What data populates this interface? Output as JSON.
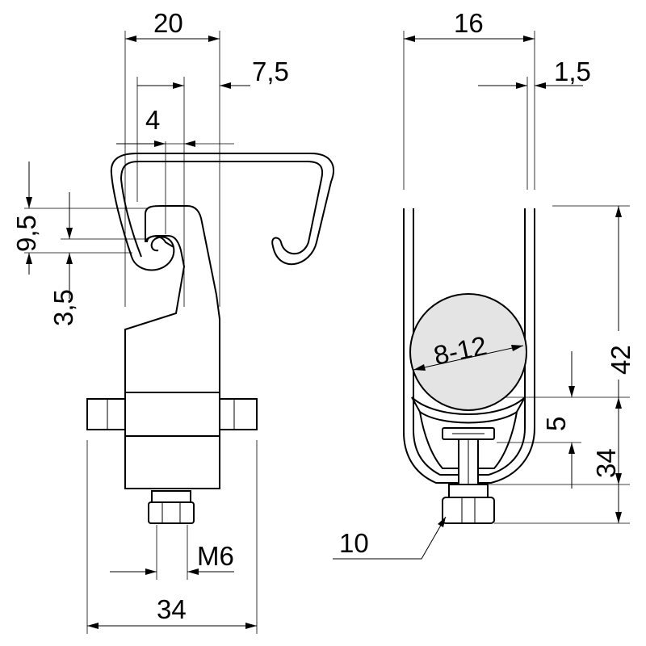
{
  "dimensions": {
    "width_clip": "20",
    "hook_offset": "7,5",
    "hook_width": "4",
    "hook_height": "9,5",
    "hook_gap": "3,5",
    "bottom_width": "34",
    "thread": "M6",
    "side_width": "16",
    "wall": "1,5",
    "total_height": "42",
    "cable_diameter": "8-12",
    "strap_height": "5",
    "lower_height": "34",
    "nut_size": "10"
  }
}
